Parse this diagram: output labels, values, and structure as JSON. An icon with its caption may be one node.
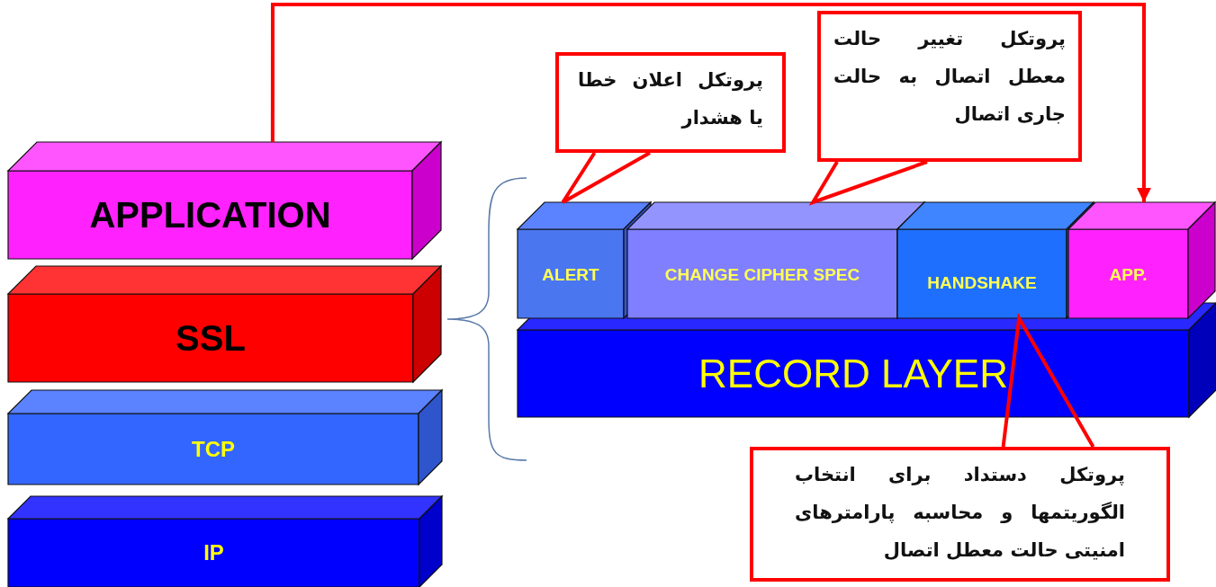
{
  "diagram": {
    "nodes": [
      {
        "text": [
          "APPLICATION"
        ]
      },
      {
        "text": [
          "SSL"
        ]
      },
      {
        "text": [
          "TCP"
        ]
      },
      {
        "text": [
          "IP"
        ]
      },
      {
        "text": [
          "ALERT"
        ]
      },
      {
        "text": [
          "CHANGE CIPHER SPEC"
        ]
      },
      {
        "text": [
          "HANDSHAKE"
        ]
      },
      {
        "text": [
          "APP."
        ]
      },
      {
        "text": [
          "RECORD LAYER"
        ]
      },
      {
        "text": [
          "پروتکل اعلان خطا یا هشدار"
        ]
      },
      {
        "text": [
          "پروتکل تغییر حالت معطل اتصال به حالت جاری اتصال"
        ]
      },
      {
        "text": [
          "پروتکل دستداد برای انتخاب الگوریتمها و محاسبه پارامترهای امنیتی حالت معطل اتصال"
        ]
      }
    ],
    "edges": [
      {
        "from": 0,
        "to": 7,
        "arrow": "to"
      },
      {
        "from": 9,
        "to": 4,
        "arrow": "none"
      },
      {
        "from": 10,
        "to": 5,
        "arrow": "none"
      },
      {
        "from": 11,
        "to": 6,
        "arrow": "none"
      }
    ]
  }
}
